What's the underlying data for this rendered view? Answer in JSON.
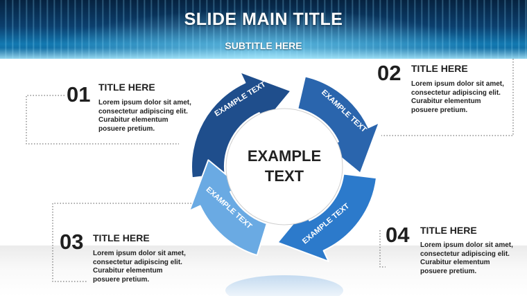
{
  "slide": {
    "title": "SLIDE MAIN TITLE",
    "subtitle": "SUBTITLE HERE"
  },
  "center": {
    "line1": "EXAMPLE",
    "line2": "TEXT"
  },
  "arrows": [
    {
      "label": "EXAMPLE TEXT",
      "color": "#1f4e8c"
    },
    {
      "label": "EXAMPLE TEXT",
      "color": "#2a65ad"
    },
    {
      "label": "EXAMPLE TEXT",
      "color": "#2c7acb"
    },
    {
      "label": "EXAMPLE TEXT",
      "color": "#6aaae3"
    }
  ],
  "items": [
    {
      "number": "01",
      "title": "TITLE HERE",
      "lines": [
        "Lorem ipsum dolor sit amet,",
        "consectetur adipiscing elit.",
        "Curabitur elementum",
        "posuere pretium."
      ]
    },
    {
      "number": "02",
      "title": "TITLE HERE",
      "lines": [
        "Lorem ipsum dolor sit amet,",
        "consectetur adipiscing elit.",
        "Curabitur elementum",
        "posuere pretium."
      ]
    },
    {
      "number": "03",
      "title": "TITLE HERE",
      "lines": [
        "Lorem ipsum dolor sit amet,",
        "consectetur adipiscing elit.",
        "Curabitur elementum",
        "posuere pretium."
      ]
    },
    {
      "number": "04",
      "title": "TITLE HERE",
      "lines": [
        "Lorem ipsum dolor sit amet,",
        "consectetur adipiscing elit.",
        "Curabitur elementum",
        "posuere pretium."
      ]
    }
  ]
}
